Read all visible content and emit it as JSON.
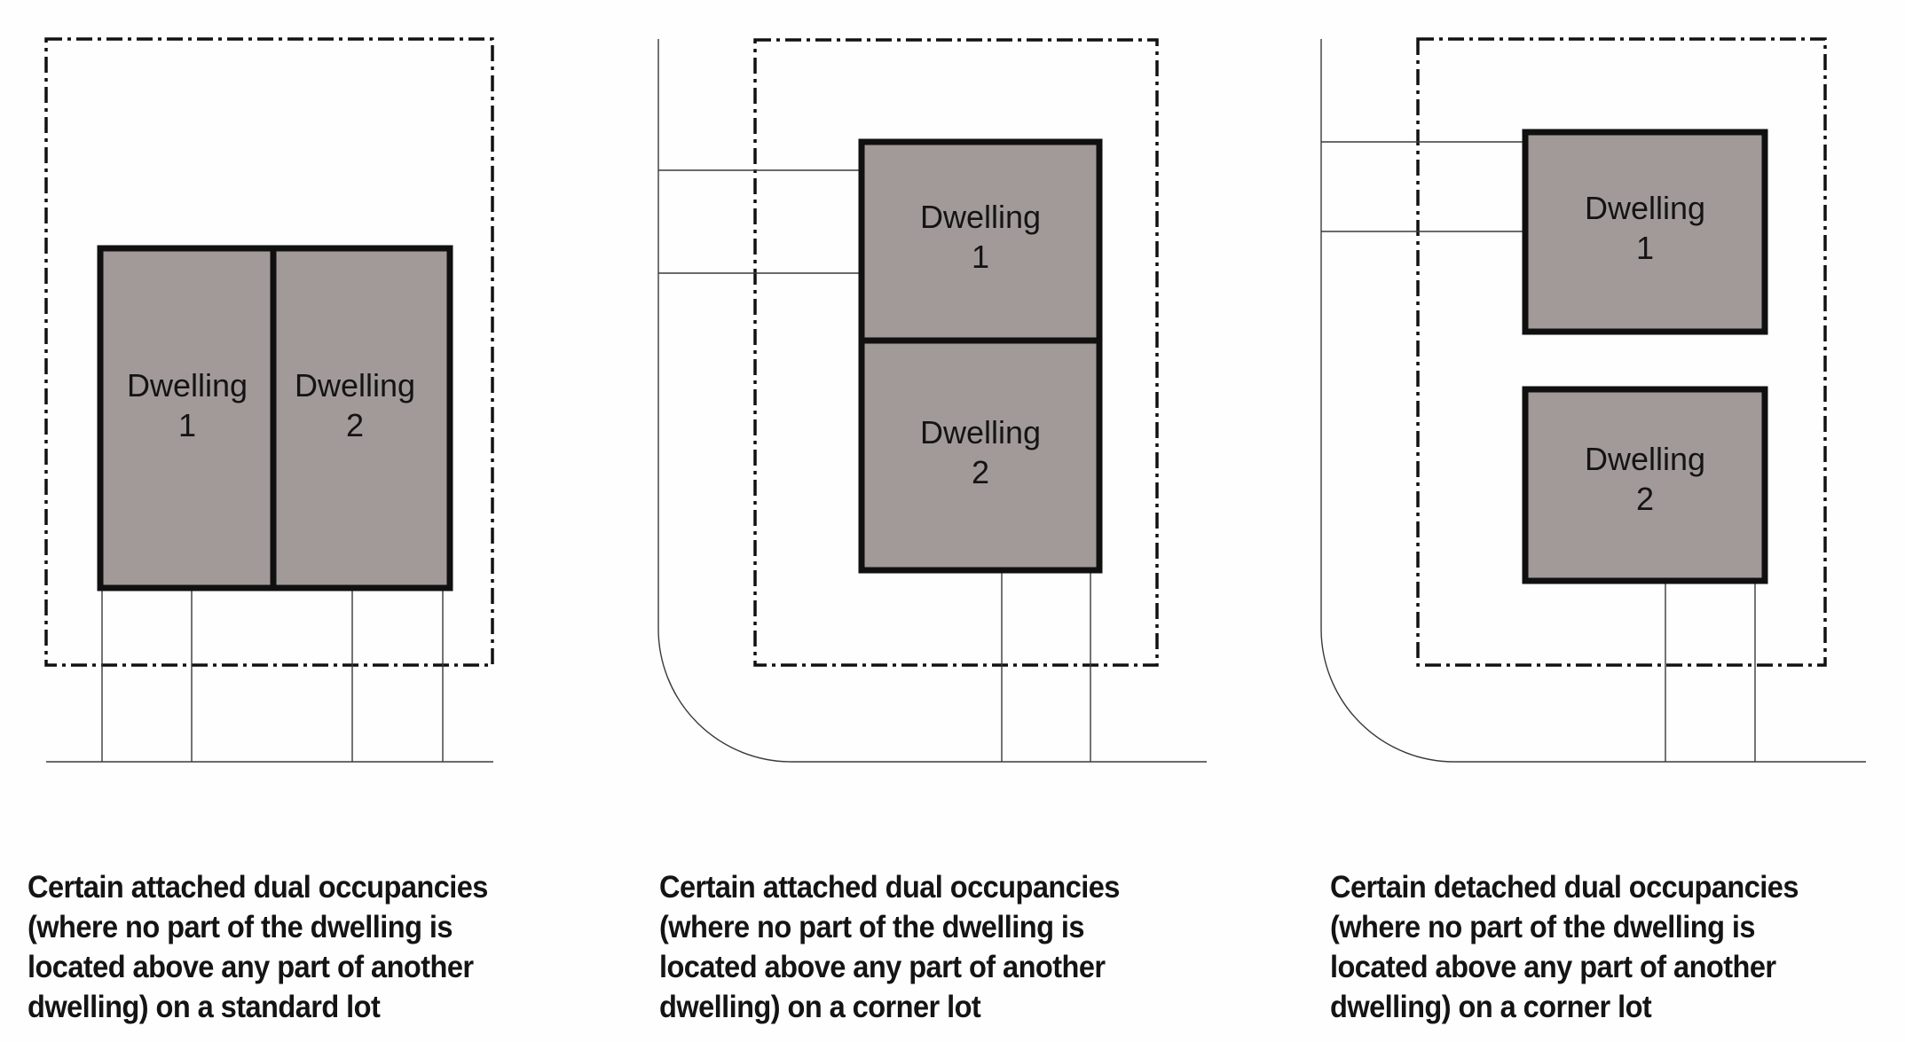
{
  "panels": [
    {
      "id": "standard-lot-attached",
      "buildings": [
        {
          "label": "Dwelling",
          "number": "1"
        },
        {
          "label": "Dwelling",
          "number": "2"
        }
      ],
      "caption_lines": [
        "Certain attached dual occupancies",
        "(where no part of the dwelling is",
        "located above any part of another",
        "dwelling) on a standard lot"
      ]
    },
    {
      "id": "corner-lot-attached",
      "buildings": [
        {
          "label": "Dwelling",
          "number": "1"
        },
        {
          "label": "Dwelling",
          "number": "2"
        }
      ],
      "caption_lines": [
        "Certain attached dual occupancies",
        "(where no part of the dwelling is",
        "located above any part of another",
        "dwelling) on a corner lot"
      ]
    },
    {
      "id": "corner-lot-detached",
      "buildings": [
        {
          "label": "Dwelling",
          "number": "1"
        },
        {
          "label": "Dwelling",
          "number": "2"
        }
      ],
      "caption_lines": [
        "Certain detached dual occupancies",
        "(where no part of the dwelling is",
        "located above any part of another",
        "dwelling) on a corner lot"
      ]
    }
  ],
  "colors": {
    "building_fill": "#a29a99",
    "outline": "#111010"
  }
}
